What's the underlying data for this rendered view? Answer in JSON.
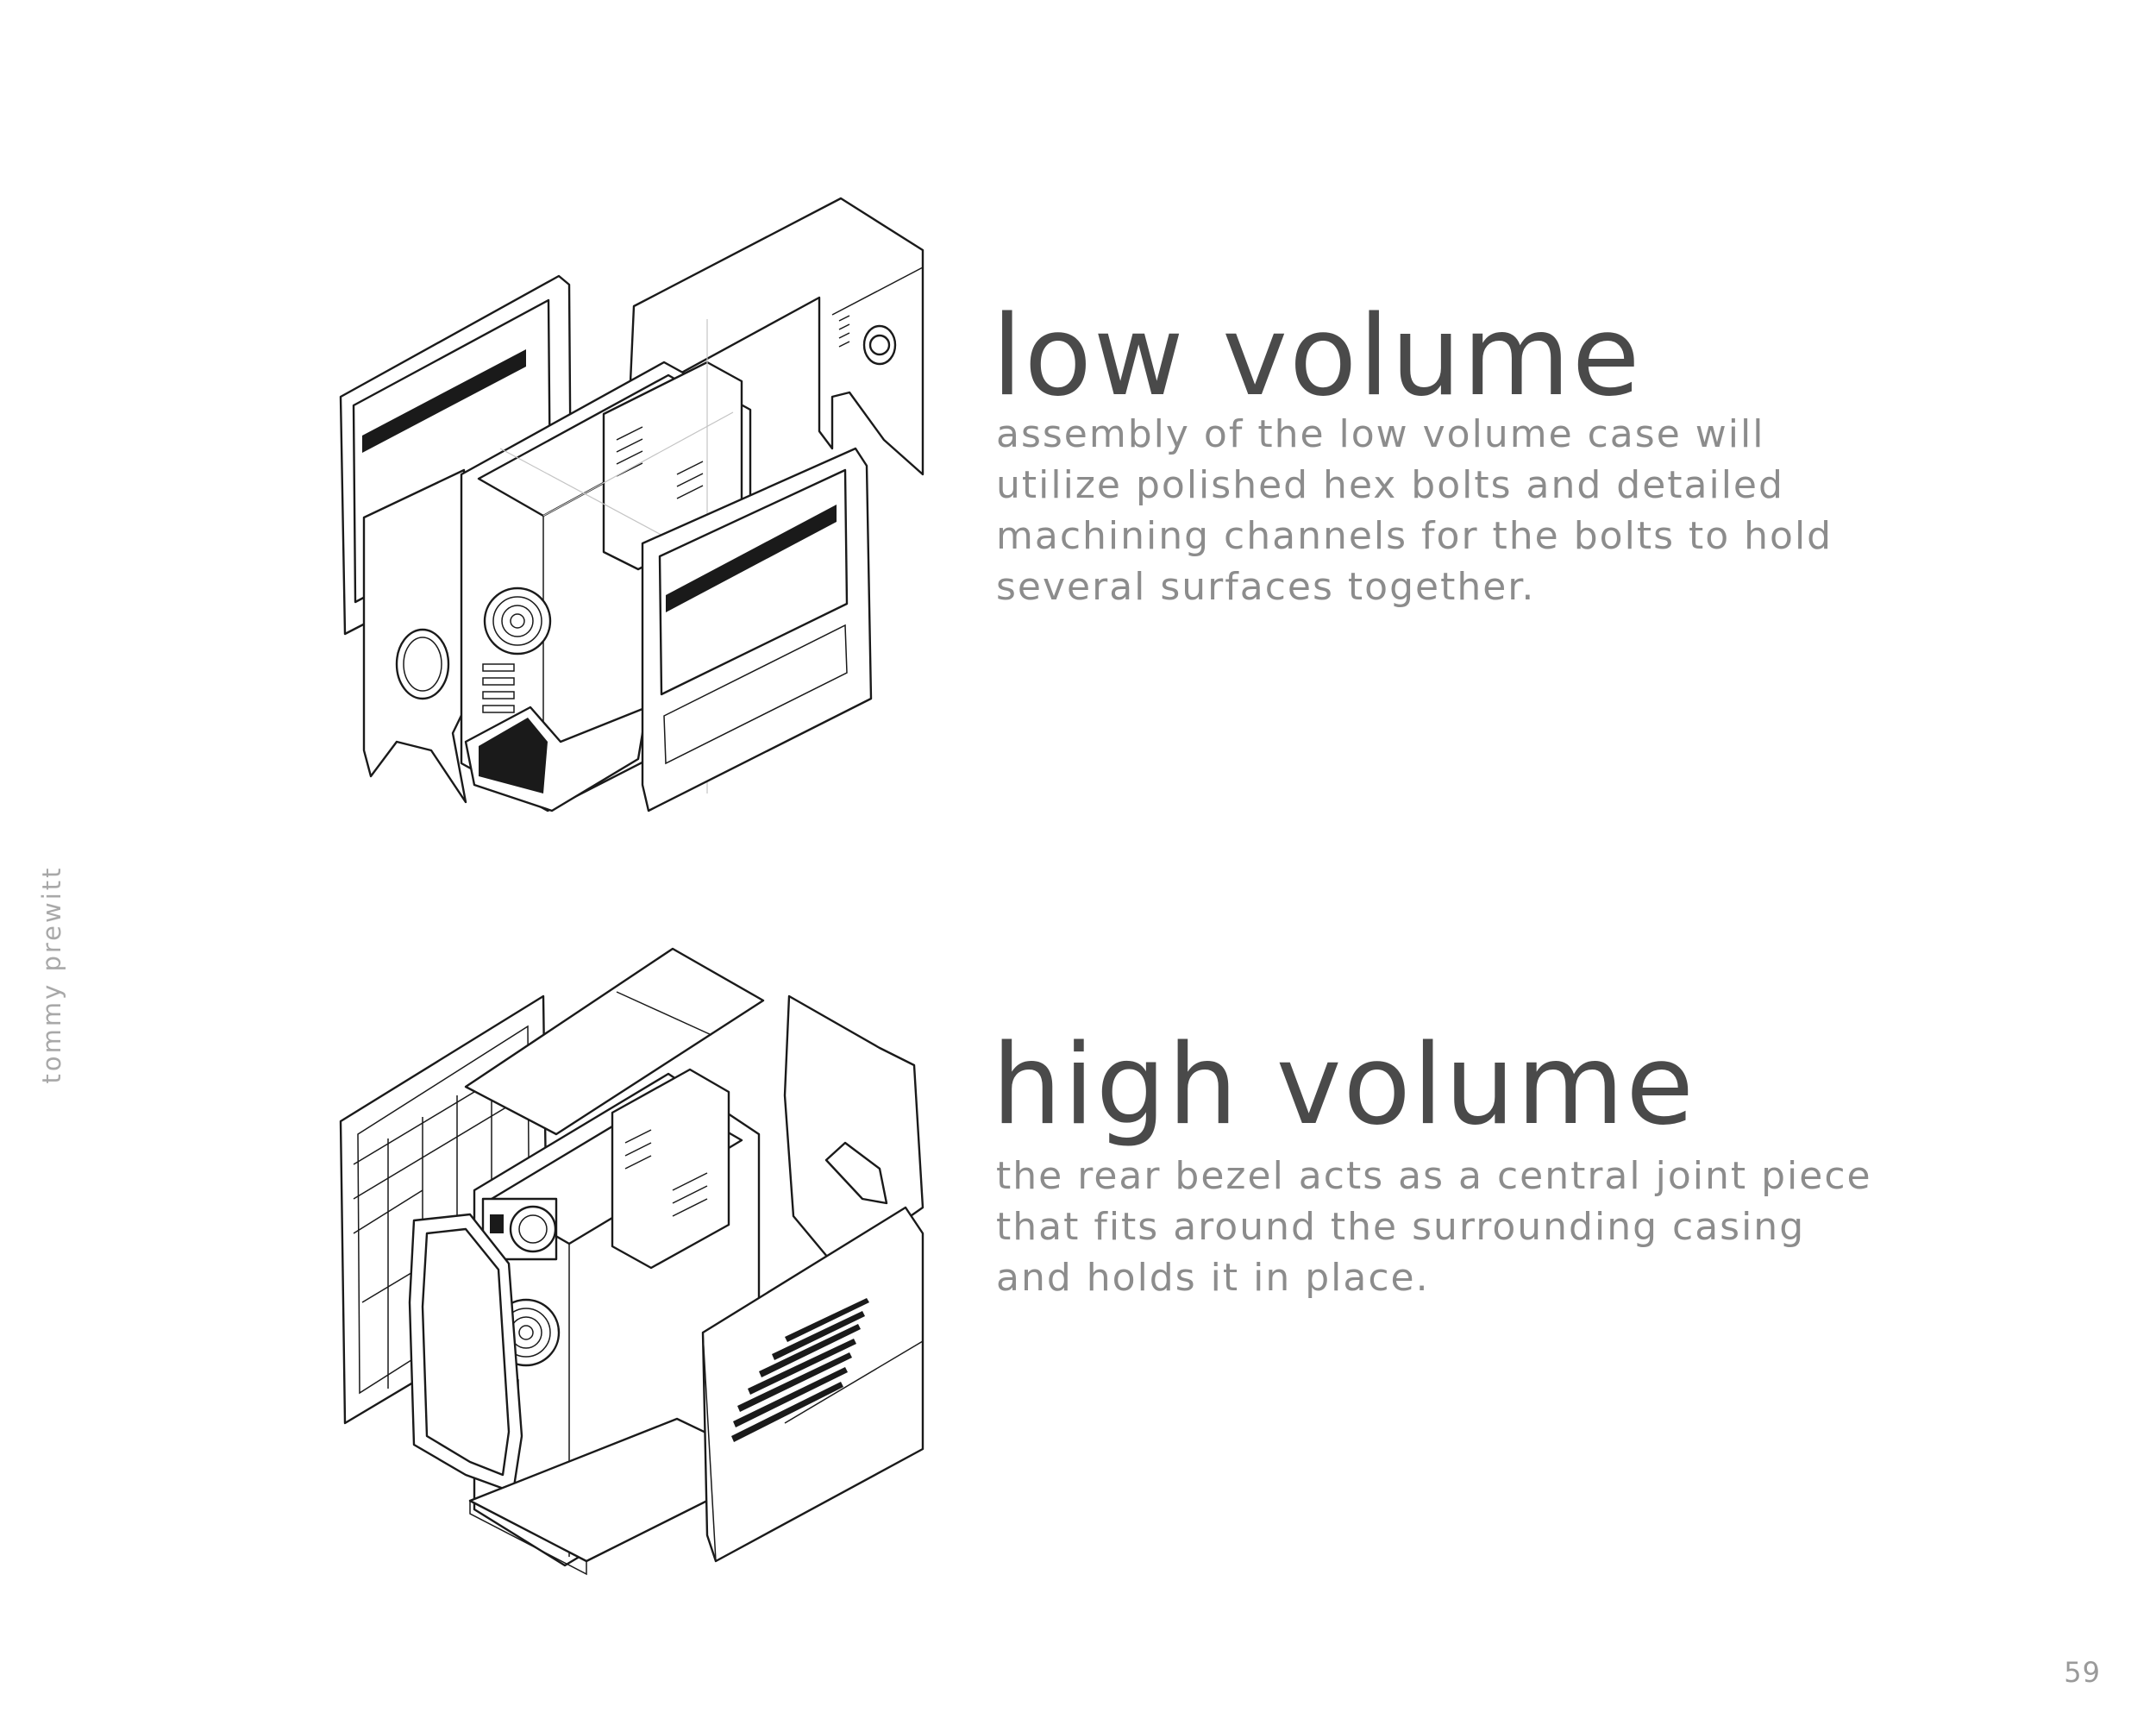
{
  "side_label": "tommy prewitt",
  "sections": [
    {
      "title": "low volume",
      "body_lines": [
        "assembly of the low volume case will",
        "utilize polished hex bolts and detailed",
        "machining channels for the bolts to hold",
        "several surfaces together."
      ]
    },
    {
      "title": "high volume",
      "body_lines": [
        "the rear bezel acts as a central joint piece",
        "that fits around the surrounding casing",
        "and holds it in place."
      ]
    }
  ],
  "page_number": "59",
  "colors": {
    "title": "#4a4a4a",
    "body": "#8c8c8c",
    "side_label": "#a8a8a8",
    "line_art": "#1a1a1a"
  }
}
